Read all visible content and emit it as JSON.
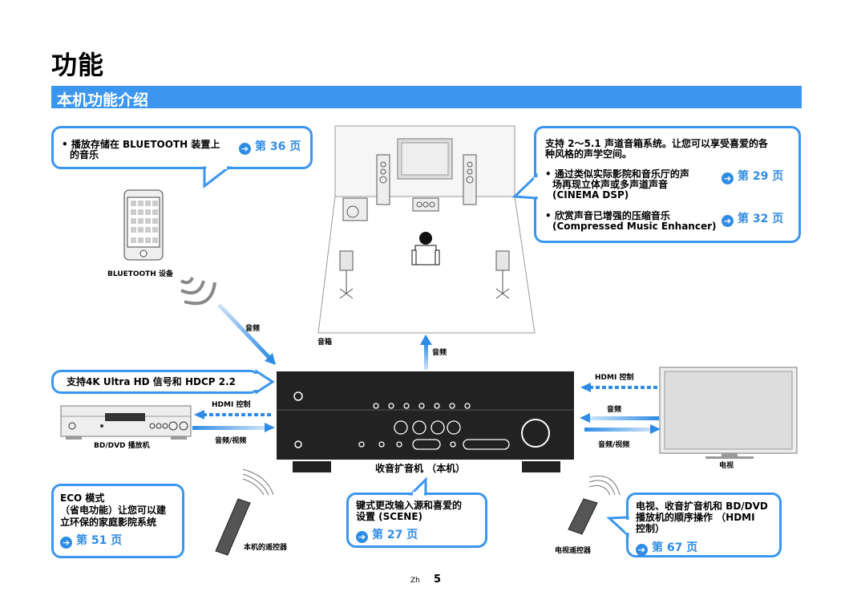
{
  "page": {
    "title": "功能",
    "section": "本机功能介绍",
    "footer_lang": "Zh",
    "footer_page": "5"
  },
  "callouts": {
    "bluetooth": {
      "text1": "• 播放存储在 BLUETOOTH 装置上",
      "text2": "的音乐",
      "ref": "第 36 页"
    },
    "speakers": {
      "intro1": "支持 2～5.1 声道音箱系统。让您可以享受喜爱的各",
      "intro2": "种风格的声学空间。",
      "b1_1": "• 通过类似实际影院和音乐厅的声",
      "b1_2": "场再现立体声或多声道声音",
      "b1_3": "(CINEMA DSP)",
      "b1_ref": "第 29 页",
      "b2_1": "• 欣赏声音已增强的压缩音乐",
      "b2_2": "(Compressed Music Enhancer)",
      "b2_ref": "第 32 页"
    },
    "uhd": {
      "text": "支持4K Ultra HD 信号和 HDCP 2.2"
    },
    "eco": {
      "t1": "ECO 模式",
      "t2": "（省电功能）让您可以建",
      "t3": "立环保的家庭影院系统",
      "ref": "第 51 页"
    },
    "scene": {
      "t1": "键式更改输入源和喜爱的",
      "t2": "设置 (SCENE)",
      "ref": "第 27 页"
    },
    "hdmi_link": {
      "t1": "电视、收音扩音机和 BD/DVD",
      "t2": "播放机的顺序操作 （HDMI",
      "t3": "控制）",
      "ref": "第 67 页"
    }
  },
  "labels": {
    "bt_device": "BLUETOOTH 设备",
    "audio_bt": "音频",
    "speakers": "音箱",
    "audio_up": "音频",
    "hdmi_ctrl_left": "HDMI 控制",
    "av_left": "音频/视频",
    "bd_player": "BD/DVD 播放机",
    "receiver": "收音扩音机 （本机）",
    "hdmi_ctrl_right": "HDMI 控制",
    "audio_right": "音频",
    "av_right": "音频/视频",
    "tv": "电视",
    "remote_unit": "本机的遥控器",
    "remote_tv": "电视遥控器"
  },
  "colors": {
    "accent": "#3a96ee",
    "arrow": "#2f8ce6",
    "device": "#333333"
  }
}
